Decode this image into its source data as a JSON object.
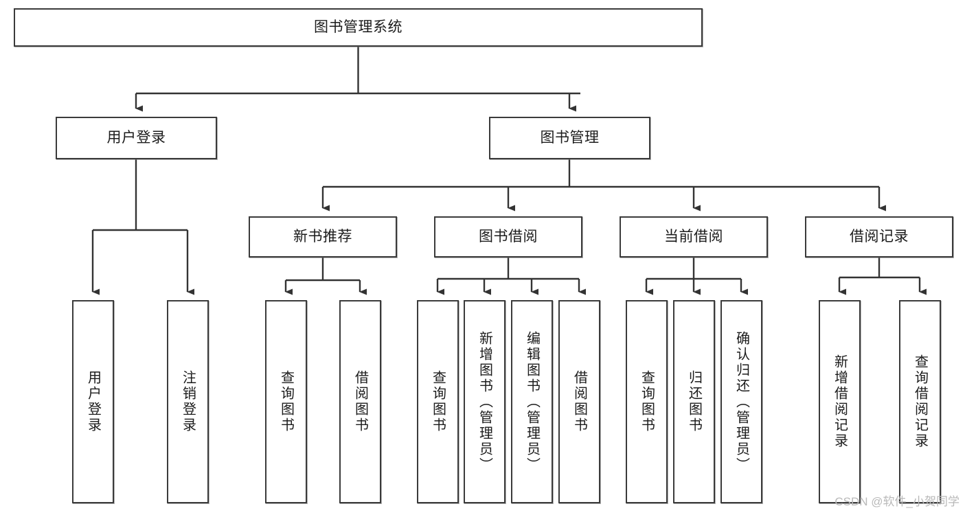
{
  "diagram": {
    "title": "图书管理系统",
    "type": "tree-hierarchy",
    "watermark": "CSDN @软件_小贺同学",
    "colors": {
      "box_border": "#3a3a3a",
      "box_fill": "#ffffff",
      "connector": "#333333",
      "text": "#1b1b1b",
      "watermark": "#b9b9b9"
    },
    "root": {
      "label": "图书管理系统"
    },
    "level2": [
      {
        "label": "用户登录"
      },
      {
        "label": "图书管理"
      }
    ],
    "level3": [
      {
        "label": "新书推荐"
      },
      {
        "label": "图书借阅"
      },
      {
        "label": "当前借阅"
      },
      {
        "label": "借阅记录"
      }
    ],
    "leaves": {
      "user_login": [
        {
          "label": "用户登录"
        },
        {
          "label": "注销登录"
        }
      ],
      "new_book": [
        {
          "label": "查询图书"
        },
        {
          "label": "借阅图书"
        }
      ],
      "book_borrow": [
        {
          "label": "查询图书"
        },
        {
          "label": "新增图书（管理员）"
        },
        {
          "label": "编辑图书（管理员）"
        },
        {
          "label": "借阅图书"
        }
      ],
      "current_borrow": [
        {
          "label": "查询图书"
        },
        {
          "label": "归还图书"
        },
        {
          "label": "确认归还（管理员）"
        }
      ],
      "borrow_record": [
        {
          "label": "新增借阅记录"
        },
        {
          "label": "查询借阅记录"
        }
      ]
    }
  }
}
